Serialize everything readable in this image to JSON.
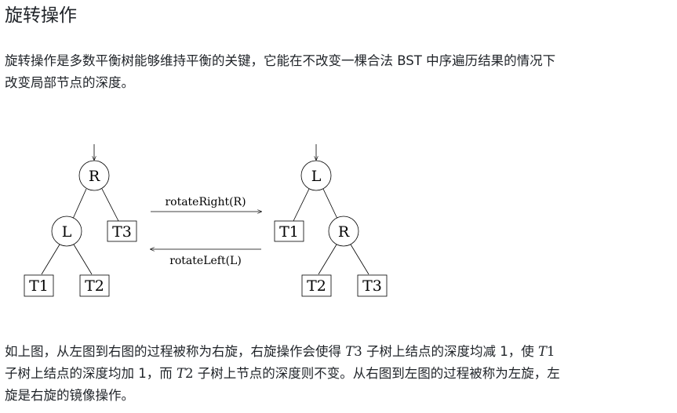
{
  "title": "旋转操作",
  "intro": {
    "line1": "旋转操作是多数平衡树能够维持平衡的关键，它能在不改变一棵合法 BST 中序遍历结果的情况下",
    "line2": "改变局部节点的深度。"
  },
  "diagram": {
    "left_tree": {
      "root": "R",
      "left_child": "L",
      "right_subtree": "T3",
      "left_left_subtree": "T1",
      "left_right_subtree": "T2"
    },
    "right_tree": {
      "root": "L",
      "left_subtree": "T1",
      "right_child": "R",
      "right_left_subtree": "T2",
      "right_right_subtree": "T3"
    },
    "arrow_right_label": "rotateRight(R)",
    "arrow_left_label": "rotateLeft(L)"
  },
  "outro": {
    "line1_a": "如上图，从左图到右图的过程被称为右旋，右旋操作会使得 ",
    "line1_var1": "T",
    "line1_num1": "3",
    "line1_b": " 子树上结点的深度均减 1，使 ",
    "line1_var2": "T",
    "line1_num2": "1",
    "line2_a": "子树上结点的深度均加 1，而 ",
    "line2_var": "T",
    "line2_num": "2",
    "line2_b": " 子树上节点的深度则不变。从右图到左图的过程被称为左旋，左",
    "line3": "旋是右旋的镜像操作。"
  }
}
